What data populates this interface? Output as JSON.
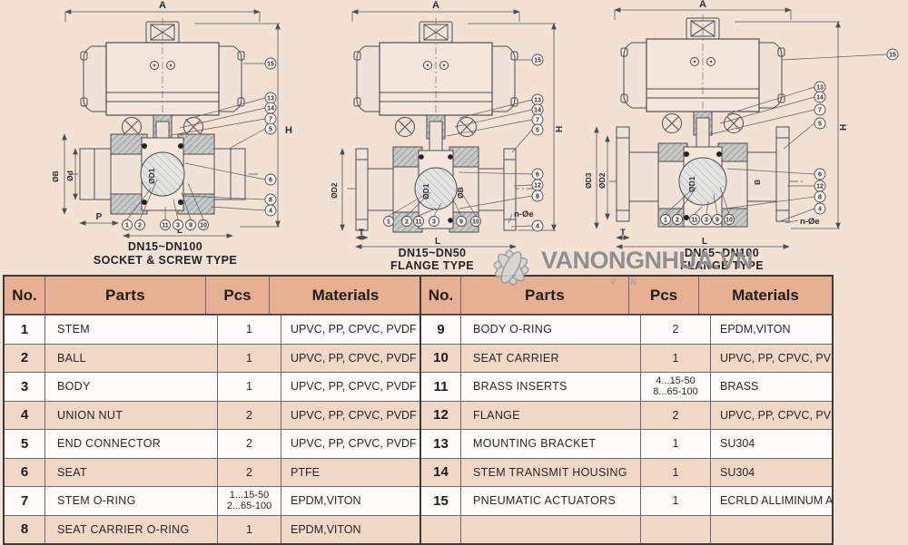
{
  "colors": {
    "background": "#f3e1d3",
    "table_header": "#e8b092",
    "row_pink": "#f1d8c6",
    "row_white": "#fdfcfa",
    "line": "#4c4d50",
    "watermark": "#8f8f8f"
  },
  "watermark": {
    "text": "VANONGNHUA.VN",
    "subtext": "V N"
  },
  "diagrams": [
    {
      "caption1": "DN15~DN100",
      "caption2": "SOCKET & SCREW TYPE",
      "dims": {
        "top": "A",
        "height": "H",
        "left_outer": "ØB",
        "left_inner": "Ød",
        "bore": "ØD1",
        "bottom_small": "P",
        "length": "L"
      },
      "callouts_right": [
        "15",
        "13",
        "14",
        "7",
        "5",
        "6",
        "8",
        "4"
      ],
      "callouts_bottom": [
        "1",
        "2",
        "11",
        "3",
        "9",
        "10"
      ]
    },
    {
      "caption1": "DN15~DN50",
      "caption2": "FLANGE TYPE",
      "dims": {
        "top": "A",
        "height": "H",
        "left_outer": "ØD2",
        "bore": "ØD1",
        "mid": "ØB",
        "bottom_small": "T",
        "length": "L",
        "holes": "n-Øe"
      },
      "callouts_right": [
        "15",
        "13",
        "14",
        "7",
        "5",
        "6",
        "12",
        "8",
        "4"
      ],
      "callouts_bottom": [
        "1",
        "2",
        "11",
        "3",
        "9",
        "10"
      ]
    },
    {
      "caption1": "DN65~DN100",
      "caption2": "FLANGE TYPE",
      "dims": {
        "top": "A",
        "height": "H",
        "left_outer": "ØD3",
        "left_inner": "ØD2",
        "bore": "ØD1",
        "mid": "B",
        "bottom_small": "T",
        "length": "L",
        "holes": "n-Øe"
      },
      "callouts_right": [
        "15",
        "13",
        "14",
        "7",
        "5",
        "6",
        "12",
        "8",
        "4"
      ],
      "callouts_bottom": [
        "1",
        "2",
        "11",
        "3",
        "9",
        "10"
      ]
    }
  ],
  "tables": [
    {
      "headers": {
        "no": "No.",
        "parts": "Parts",
        "pcs": "Pcs",
        "materials": "Materials"
      },
      "rows": [
        {
          "no": "1",
          "part": "STEM",
          "pcs": "1",
          "mat": "UPVC, PP, CPVC, PVDF"
        },
        {
          "no": "2",
          "part": "BALL",
          "pcs": "1",
          "mat": "UPVC, PP, CPVC, PVDF"
        },
        {
          "no": "3",
          "part": "BODY",
          "pcs": "1",
          "mat": "UPVC, PP, CPVC, PVDF"
        },
        {
          "no": "4",
          "part": "UNION NUT",
          "pcs": "2",
          "mat": "UPVC, PP, CPVC, PVDF"
        },
        {
          "no": "5",
          "part": "END CONNECTOR",
          "pcs": "2",
          "mat": "UPVC, PP, CPVC, PVDF"
        },
        {
          "no": "6",
          "part": "SEAT",
          "pcs": "2",
          "mat": "PTFE"
        },
        {
          "no": "7",
          "part": "STEM O-RING",
          "pcs": "1...15-50",
          "pcs2": "2...65-100",
          "mat": "EPDM,VITON"
        },
        {
          "no": "8",
          "part": "SEAT CARRIER O-RING",
          "pcs": "1",
          "mat": "EPDM,VITON"
        }
      ]
    },
    {
      "headers": {
        "no": "No.",
        "parts": "Parts",
        "pcs": "Pcs",
        "materials": "Materials"
      },
      "rows": [
        {
          "no": "9",
          "part": "BODY O-RING",
          "pcs": "2",
          "mat": "EPDM,VITON"
        },
        {
          "no": "10",
          "part": "SEAT CARRIER",
          "pcs": "1",
          "mat": "UPVC, PP, CPVC, PVDF"
        },
        {
          "no": "11",
          "part": "BRASS INSERTS",
          "pcs": "4...15-50",
          "pcs2": "8...65-100",
          "mat": "BRASS"
        },
        {
          "no": "12",
          "part": "FLANGE",
          "pcs": "2",
          "mat": "UPVC, PP, CPVC, PVDF"
        },
        {
          "no": "13",
          "part": "MOUNTING BRACKET",
          "pcs": "1",
          "mat": "SU304"
        },
        {
          "no": "14",
          "part": "STEM TRANSMIT HOUSING",
          "pcs": "1",
          "mat": "SU304"
        },
        {
          "no": "15",
          "part": "PNEUMATIC ACTUATORS",
          "pcs": "1",
          "mat": "ECRLD ALLIMINUM ALLOY"
        },
        {
          "no": "",
          "part": "",
          "pcs": "",
          "mat": ""
        }
      ]
    }
  ]
}
